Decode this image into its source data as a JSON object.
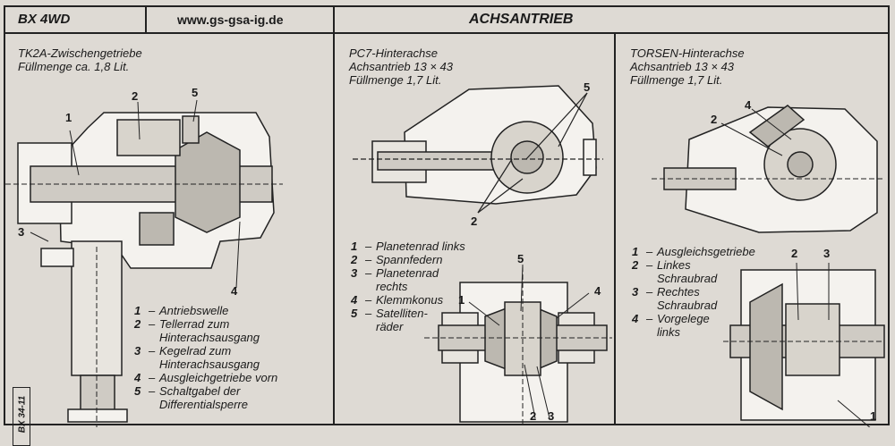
{
  "header": {
    "model": "BX 4WD",
    "website": "www.gs-gsa-ig.de",
    "section": "ACHSANTRIEB"
  },
  "panels": [
    {
      "title_lines": [
        "TK2A-Zwischengetriebe",
        "Füllmenge ca. 1,8 Lit."
      ],
      "callouts": [
        "1",
        "2",
        "3",
        "4",
        "5"
      ],
      "legend": [
        {
          "num": "1",
          "lines": [
            "Antriebswelle"
          ]
        },
        {
          "num": "2",
          "lines": [
            "Tellerrad zum",
            "Hinterachsausgang"
          ]
        },
        {
          "num": "3",
          "lines": [
            "Kegelrad zum",
            "Hinterachsausgang"
          ]
        },
        {
          "num": "4",
          "lines": [
            "Ausgleichgetriebe vorn"
          ]
        },
        {
          "num": "5",
          "lines": [
            "Schaltgabel der",
            "Differentialsperre"
          ]
        }
      ],
      "stamp": "BX 34-11"
    },
    {
      "title_lines": [
        "PC7-Hinterachse",
        "Achsantrieb 13 × 43",
        "Füllmenge 1,7 Lit."
      ],
      "callouts_top": [
        "5",
        "2"
      ],
      "callouts_bottom": [
        "5",
        "1",
        "4",
        "2",
        "3"
      ],
      "legend": [
        {
          "num": "1",
          "lines": [
            "Planetenrad links"
          ]
        },
        {
          "num": "2",
          "lines": [
            "Spannfedern"
          ]
        },
        {
          "num": "3",
          "lines": [
            "Planetenrad",
            "rechts"
          ]
        },
        {
          "num": "4",
          "lines": [
            "Klemmkonus"
          ]
        },
        {
          "num": "5",
          "lines": [
            "Satelliten-",
            "räder"
          ]
        }
      ]
    },
    {
      "title_lines": [
        "TORSEN-Hinterachse",
        "Achsantrieb 13 × 43",
        "Füllmenge 1,7 Lit."
      ],
      "callouts_top": [
        "2",
        "4"
      ],
      "callouts_bottom": [
        "2",
        "3",
        "1"
      ],
      "legend": [
        {
          "num": "1",
          "lines": [
            "Ausgleichsgetriebe"
          ]
        },
        {
          "num": "2",
          "lines": [
            "Linkes",
            "Schraubrad"
          ]
        },
        {
          "num": "3",
          "lines": [
            "Rechtes",
            "Schraubrad"
          ]
        },
        {
          "num": "4",
          "lines": [
            "Vorgelege",
            "links"
          ]
        }
      ]
    }
  ]
}
